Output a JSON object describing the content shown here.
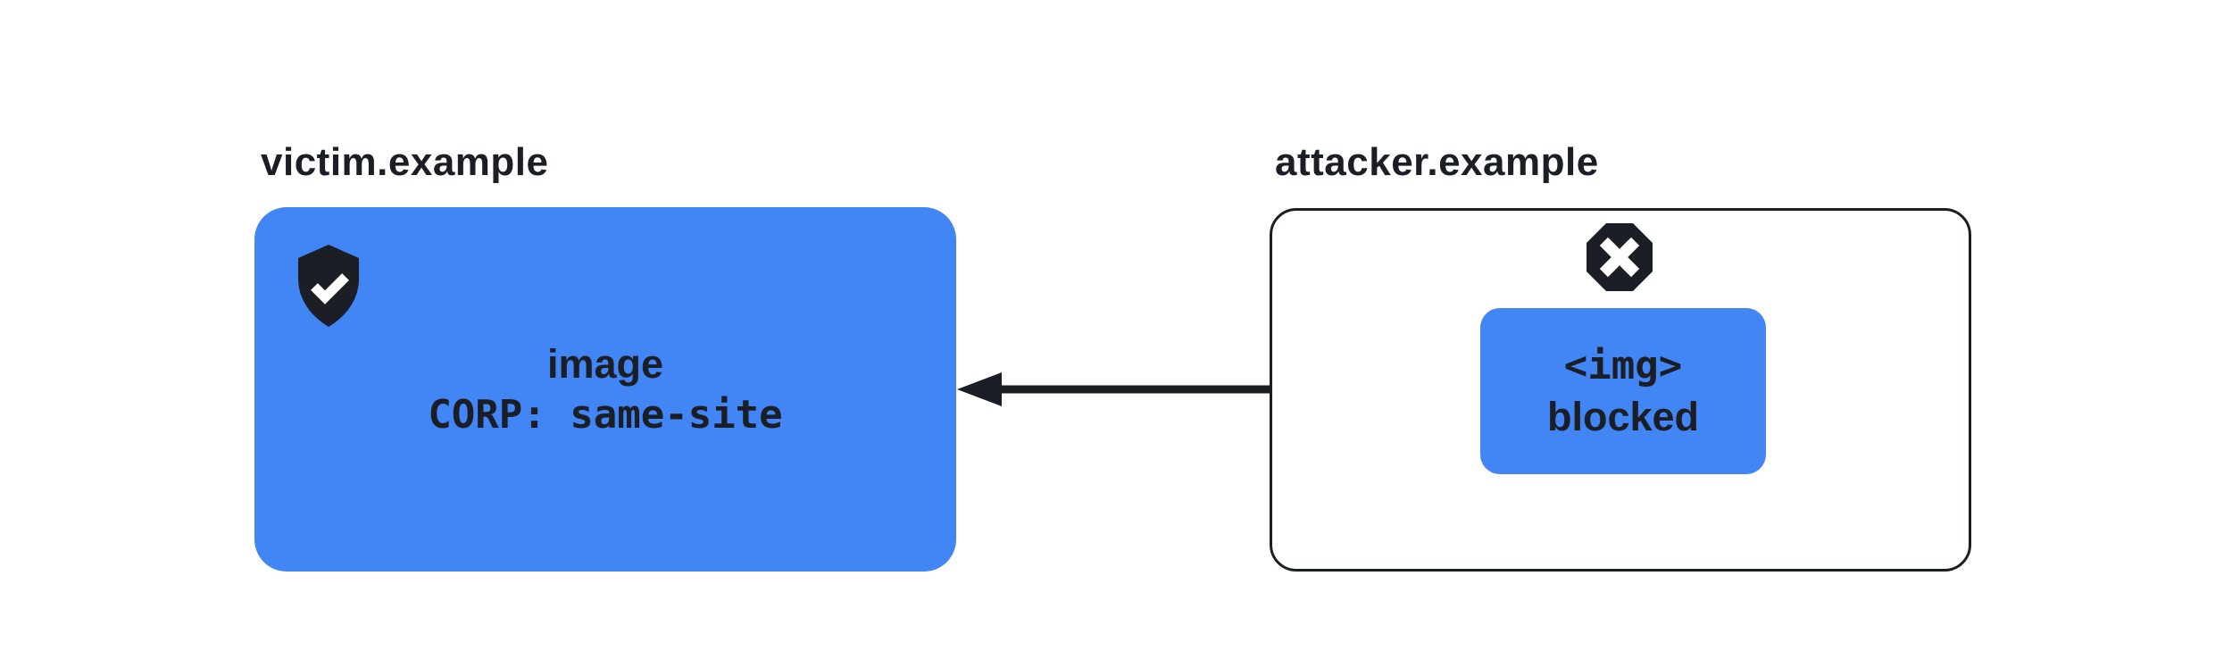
{
  "diagram": {
    "victim": {
      "label": "victim.example",
      "resource_line1": "image",
      "resource_line2": "CORP: same-site",
      "icon": "shield-check-icon"
    },
    "attacker": {
      "label": "attacker.example",
      "request_line1": "<img>",
      "request_line2": "blocked",
      "icon": "blocked-octagon-icon"
    },
    "arrow": {
      "direction": "right-to-left",
      "from": "attacker.example img request",
      "to": "victim.example image"
    },
    "colors": {
      "accent_blue": "#4285F4",
      "ink": "#1B1E25",
      "background": "#FFFFFF"
    }
  }
}
